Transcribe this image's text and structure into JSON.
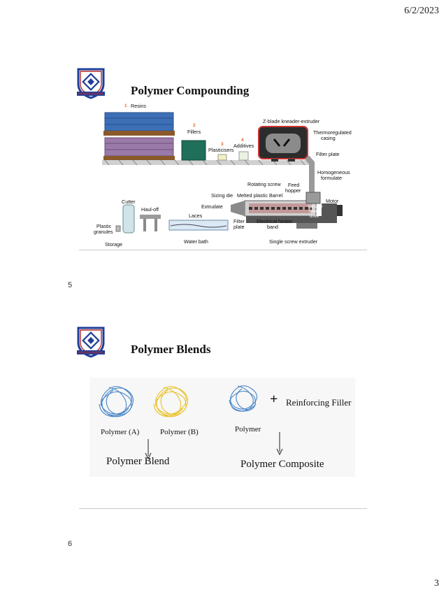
{
  "header": {
    "date": "6/2/2023"
  },
  "footer": {
    "page_number": "3"
  },
  "slides": [
    {
      "number": "5",
      "title": "Polymer Compounding",
      "diagram": {
        "resins": "Resins",
        "resins_num": "1",
        "fillers": "Fillers",
        "fillers_num": "2",
        "plasticisers": "Plasticisers",
        "plasticisers_num": "3",
        "additives": "Additives",
        "additives_num": "4",
        "kneader": "Z-blade kneader-extruder",
        "thermo_l1": "Thermoregulated",
        "thermo_l2": "casing",
        "filter_plate_top": "Filter plate",
        "homog_l1": "Homogeneous",
        "homog_l2": "formulate",
        "rotating_screw": "Rotating screw",
        "feed_l1": "Feed",
        "feed_l2": "hopper",
        "sizing_die": "Sizing die",
        "melted_plastic": "Melted plastic",
        "barrel": "Barrel",
        "motor": "Motor",
        "variable_l1": "Variable",
        "variable_l2": "speed",
        "variable_l3": "drive",
        "extrudate": "Extrudate",
        "cutter": "Cutter",
        "hauloff": "Haul-off",
        "laces": "Laces",
        "filter_l1": "Filter",
        "filter_l2": "plate",
        "heater_l1": "Electrical heater",
        "heater_l2": "band",
        "plastic_l1": "Plastic",
        "plastic_l2": "granules",
        "storage": "Storage",
        "water_bath": "Water bath",
        "single_screw": "Single screw extruder"
      }
    },
    {
      "number": "6",
      "title": "Polymer Blends",
      "diagram": {
        "polymer_a": "Polymer (A)",
        "polymer_b": "Polymer (B)",
        "polymer_blend": "Polymer Blend",
        "polymer": "Polymer",
        "plus": "+",
        "reinforcing_filler": "Reinforcing Filler",
        "polymer_composite": "Polymer Composite"
      }
    }
  ],
  "colors": {
    "blue_tangle": "#4a86c8",
    "yellow_tangle": "#e8c22a",
    "crest_blue": "#1f3f9a",
    "crest_red": "#b32a2a",
    "orange_accent": "#e8622a"
  }
}
